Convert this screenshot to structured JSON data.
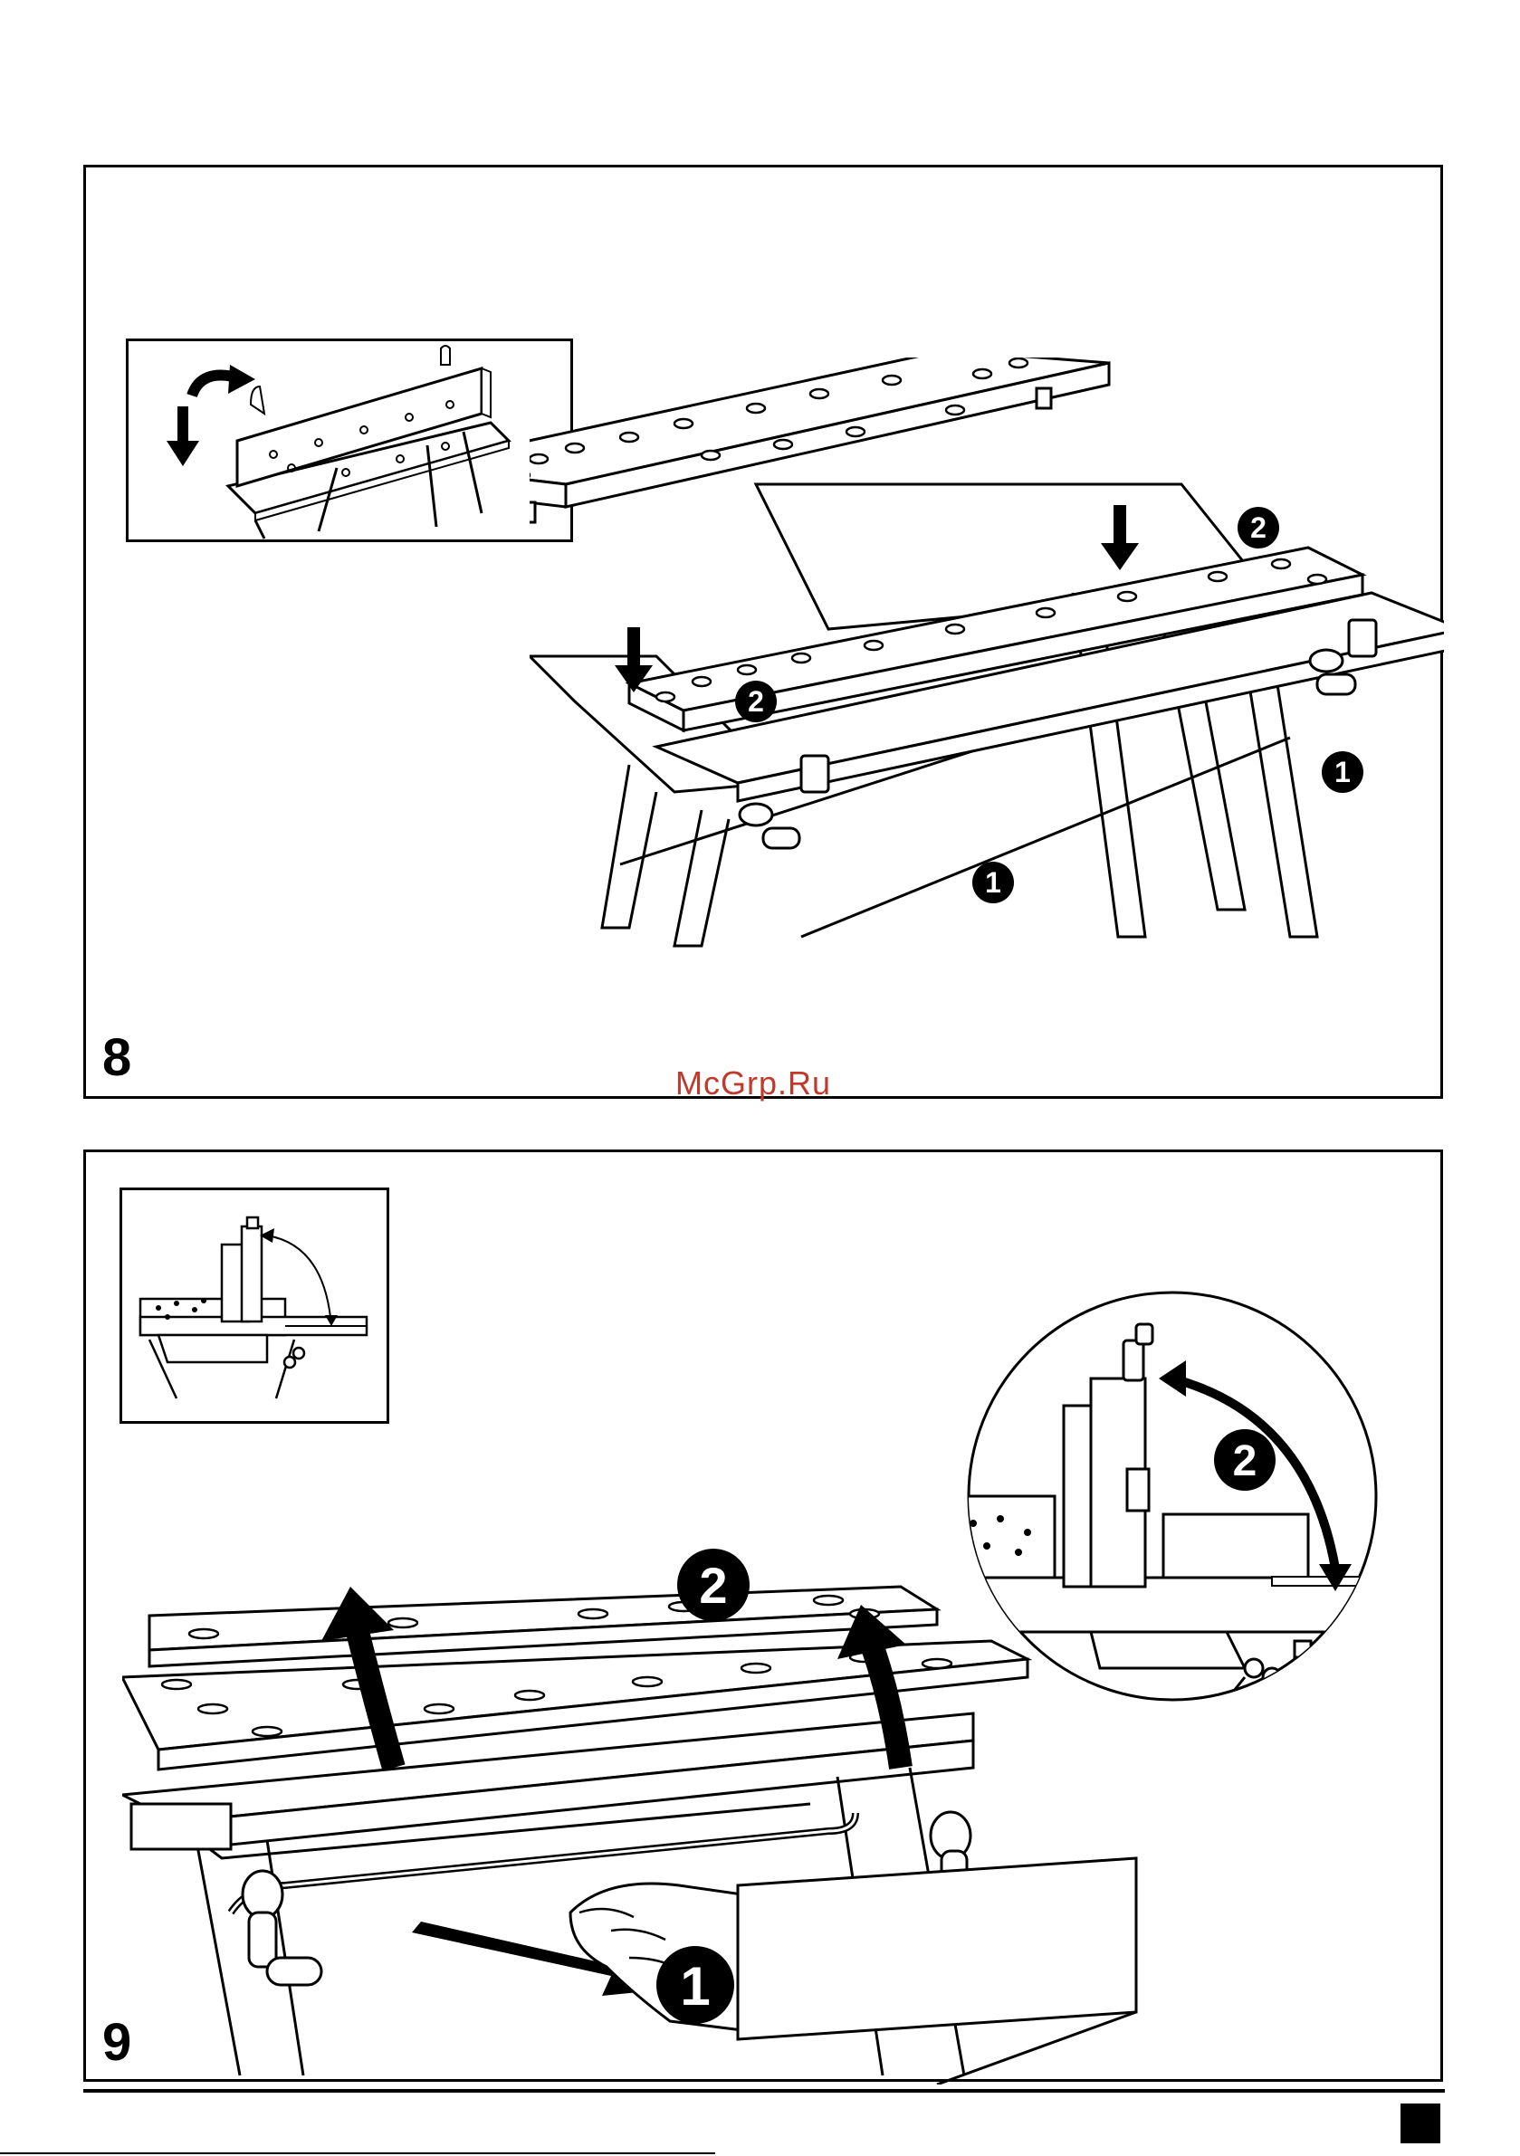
{
  "figures": [
    {
      "number": "8",
      "callouts": [
        "1",
        "2"
      ]
    },
    {
      "number": "9",
      "callouts": [
        "1",
        "2"
      ]
    }
  ],
  "watermark": "McGrp.Ru",
  "colors": {
    "line": "#000000",
    "watermark": "#c0392b",
    "background": "#ffffff"
  }
}
